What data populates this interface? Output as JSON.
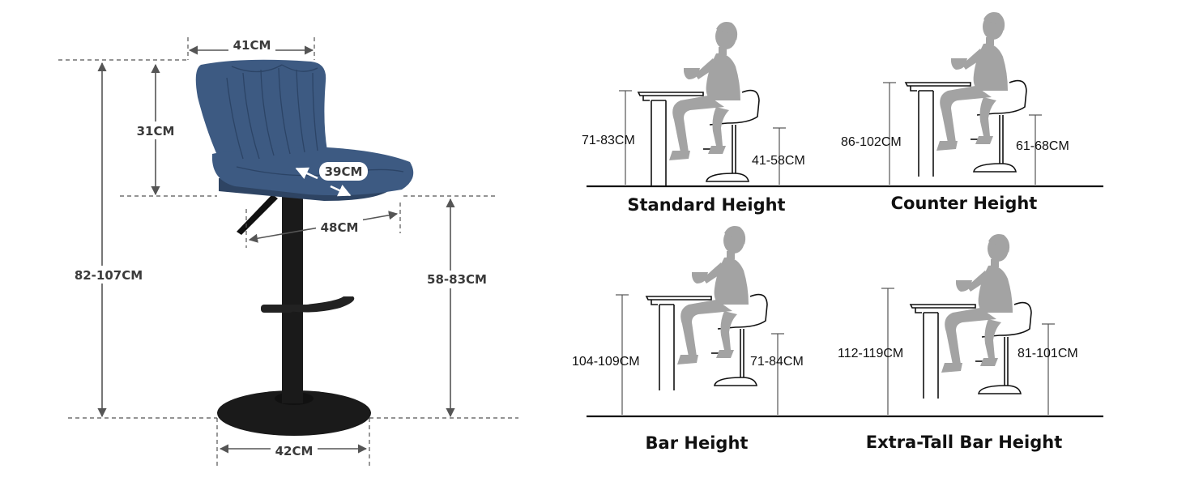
{
  "stool": {
    "dims": {
      "back_width": "41CM",
      "back_height": "31CM",
      "seat_depth": "39CM",
      "seat_width": "48CM",
      "total_height": "82-107CM",
      "seat_height": "58-83CM",
      "base_diameter": "42CM"
    },
    "colors": {
      "seat": "#3d5a82",
      "frame": "#1a1a1a"
    }
  },
  "panels": [
    {
      "title": "Standard Height",
      "table_height": "71-83CM",
      "seat_height": "41-58CM"
    },
    {
      "title": "Counter Height",
      "table_height": "86-102CM",
      "seat_height": "61-68CM"
    },
    {
      "title": "Bar Height",
      "table_height": "104-109CM",
      "seat_height": "71-84CM"
    },
    {
      "title": "Extra-Tall Bar Height",
      "table_height": "112-119CM",
      "seat_height": "81-101CM"
    }
  ]
}
